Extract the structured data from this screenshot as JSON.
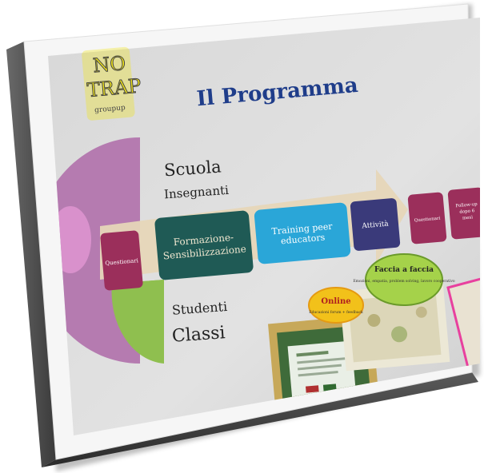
{
  "logo": {
    "line1": "NO",
    "line2": "TRAP",
    "line3": "groupup"
  },
  "slide": {
    "title": "Il Programma",
    "upper_label_1": "Scuola",
    "upper_label_2": "Insegnanti",
    "lower_label_1": "Studenti",
    "lower_label_2": "Classi"
  },
  "steps": [
    {
      "label": "Questionari",
      "color": "#9b2f5b"
    },
    {
      "label_line1": "Formazione-",
      "label_line2": "Sensibilizzazione",
      "color": "#1f5a55"
    },
    {
      "label_line1": "Training peer",
      "label_line2": "educators",
      "color": "#2aa6d8"
    },
    {
      "label": "Attività",
      "color": "#3a3a7a"
    },
    {
      "label": "Questionari",
      "color": "#9b2f5b"
    },
    {
      "label_line1": "Follow-up",
      "label_line2": "dopo 6",
      "label_line3": "mesi",
      "color": "#9b2f5b"
    }
  ],
  "bubbles": {
    "online_title": "Online",
    "online_sub": "Educazioni forum + feedback",
    "facetoface_title": "Faccia a faccia",
    "facetoface_sub": "Emozioni, empatia, problem solving, lavoro cooperativo"
  },
  "colors": {
    "slide_bg": "#dedede",
    "arrow": "#e6d6b8",
    "purple_circle": "#b57bb0",
    "green_circle": "#8fbf4f",
    "title": "#1f3d8a",
    "highlight": "#e8409e",
    "logo_yellow": "#f2e619"
  }
}
